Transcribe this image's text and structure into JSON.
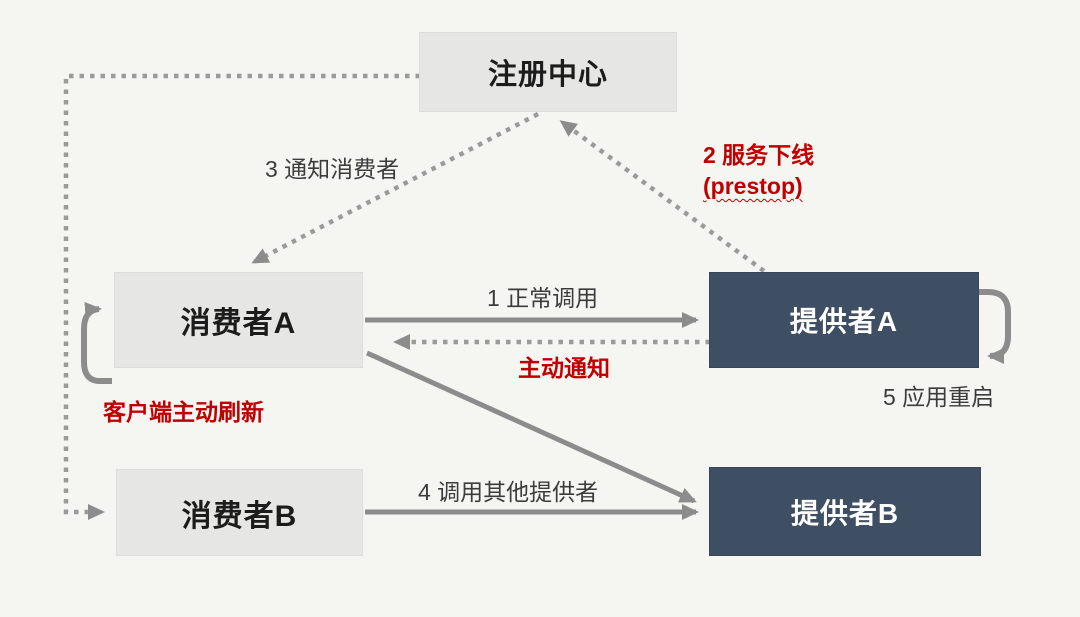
{
  "diagram": {
    "nodes": [
      {
        "id": "registry",
        "label": "注册中心",
        "style": "light"
      },
      {
        "id": "consumer-a",
        "label": "消费者A",
        "style": "light"
      },
      {
        "id": "provider-a",
        "label": "提供者A",
        "style": "dark"
      },
      {
        "id": "consumer-b",
        "label": "消费者B",
        "style": "light"
      },
      {
        "id": "provider-b",
        "label": "提供者B",
        "style": "dark"
      }
    ],
    "labels": {
      "call_normal": "1 正常调用",
      "service_offline": "2 服务下线",
      "prestop": "(prestop)",
      "notify_consumers": "3 通知消费者",
      "call_other": "4 调用其他提供者",
      "app_restart": "5 应用重启",
      "active_notify": "主动通知",
      "client_refresh": "客户端主动刷新"
    },
    "edges": [
      {
        "from": "consumer-a",
        "to": "provider-a",
        "style": "solid",
        "label": "1 正常调用"
      },
      {
        "from": "provider-a",
        "to": "registry",
        "style": "dotted",
        "label": "2 服务下线 (prestop)"
      },
      {
        "from": "registry",
        "to": "consumer-a",
        "style": "dotted",
        "label": "3 通知消费者"
      },
      {
        "from": "registry",
        "to": "consumer-b",
        "style": "dotted",
        "label": ""
      },
      {
        "from": "provider-a",
        "to": "consumer-a",
        "style": "dotted",
        "label": "主动通知"
      },
      {
        "from": "consumer-a",
        "to": "provider-b",
        "style": "solid",
        "label": ""
      },
      {
        "from": "consumer-b",
        "to": "provider-b",
        "style": "solid",
        "label": "4 调用其他提供者"
      },
      {
        "from": "consumer-a",
        "to": "consumer-a",
        "style": "self-loop",
        "label": "客户端主动刷新"
      },
      {
        "from": "provider-a",
        "to": "provider-a",
        "style": "self-loop",
        "label": "5 应用重启"
      }
    ],
    "colors": {
      "background": "#f5f5f2",
      "node_light_bg": "#e6e6e5",
      "node_dark_bg": "#3e4e63",
      "node_dark_text": "#ffffff",
      "arrow": "#8c8c8c",
      "label_dark": "#3c3c3c",
      "label_red": "#c00000"
    }
  }
}
